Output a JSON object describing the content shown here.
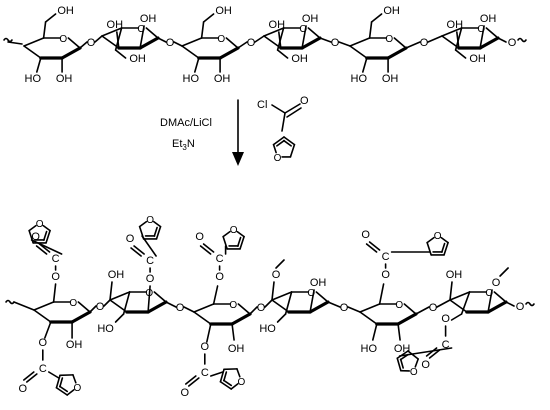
{
  "labels": {
    "oh": "OH",
    "ho": "HO",
    "o": "O",
    "cl": "Cl",
    "c": "C"
  },
  "reaction": {
    "solvent": "DMAc/LiCl",
    "base": "Et",
    "base_sub": "3",
    "base_tail": "N"
  },
  "colors": {
    "ink": "#000000",
    "background": "#ffffff"
  },
  "icons": {
    "arrow": "reaction-arrow-icon"
  }
}
